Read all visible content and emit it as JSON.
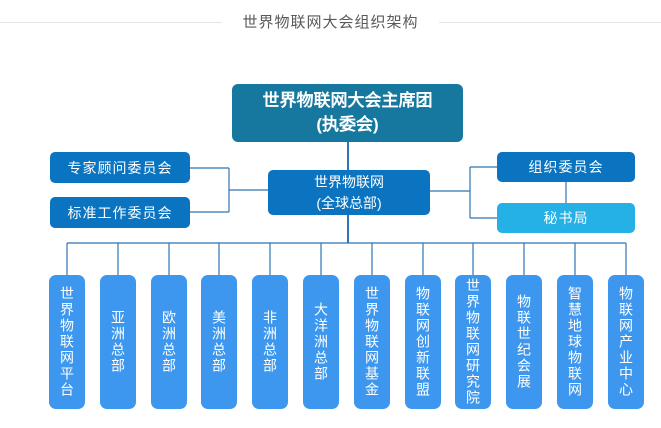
{
  "title": "世界物联网大会组织架构",
  "colors": {
    "chairman_box": "#17789F",
    "committee_box": "#0B74C0",
    "secretariat_box": "#25B1E5",
    "branch_box": "#3D97EE",
    "connector_line": "#2E75B5",
    "title_text": "#595959",
    "divider_line": "#e4e4e4"
  },
  "nodes": {
    "chairman": {
      "line1": "世界物联网大会主席团",
      "line2": "(执委会)"
    },
    "hq": {
      "line1": "世界物联网",
      "line2": "(全球总部)"
    },
    "left": [
      {
        "label": "专家顾问委员会"
      },
      {
        "label": "标准工作委员会"
      }
    ],
    "right": [
      {
        "label": "组织委员会"
      },
      {
        "label": "秘书局"
      }
    ],
    "bottom": [
      {
        "label": "世界物联网平台"
      },
      {
        "label": "亚洲总部"
      },
      {
        "label": "欧洲总部"
      },
      {
        "label": "美洲总部"
      },
      {
        "label": "非洲总部"
      },
      {
        "label": "大洋洲总部"
      },
      {
        "label": "世界物联网基金"
      },
      {
        "label": "物联网创新联盟"
      },
      {
        "label": "世界物联网研究院"
      },
      {
        "label": "物联世纪会展"
      },
      {
        "label": "智慧地球物联网"
      },
      {
        "label": "物联网产业中心"
      }
    ]
  }
}
